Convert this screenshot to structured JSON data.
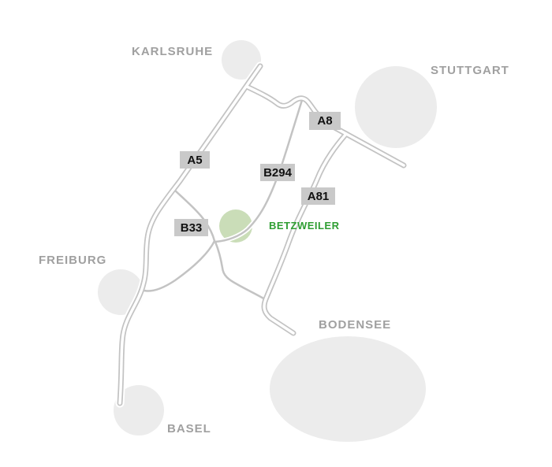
{
  "map": {
    "cities": [
      {
        "id": "karlsruhe",
        "name": "KARLSRUHE"
      },
      {
        "id": "stuttgart",
        "name": "STUTTGART"
      },
      {
        "id": "freiburg",
        "name": "FREIBURG"
      },
      {
        "id": "basel",
        "name": "BASEL"
      },
      {
        "id": "bodensee",
        "name": "BODENSEE"
      }
    ],
    "highlight_place": {
      "name": "BETZWEILER",
      "text_color": "#2f9e33",
      "marker_color": "#caddb8"
    },
    "road_badges": [
      {
        "id": "a5",
        "label": "A5"
      },
      {
        "id": "a8",
        "label": "A8"
      },
      {
        "id": "b294",
        "label": "B294"
      },
      {
        "id": "a81",
        "label": "A81"
      },
      {
        "id": "b33",
        "label": "B33"
      }
    ],
    "colors": {
      "background": "#ffffff",
      "road": "#c3c3c3",
      "city_marker": "#ececec",
      "city_label": "#a0a0a0",
      "badge_bg": "#c9c9c9",
      "badge_text": "#111111"
    }
  }
}
